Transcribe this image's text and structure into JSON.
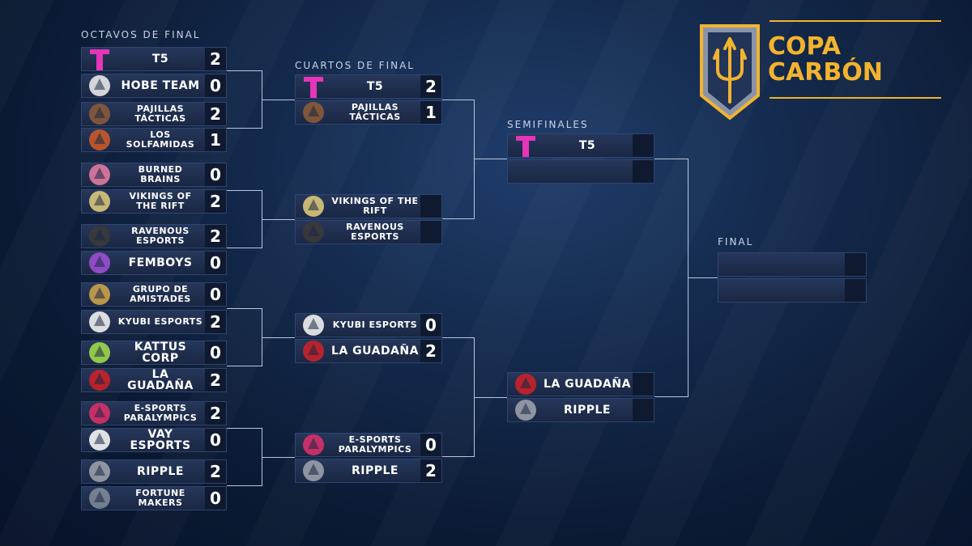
{
  "stages": {
    "round16": "OCTAVOS DE FINAL",
    "quarter": "CUARTOS DE FINAL",
    "semi": "SEMIFINALES",
    "final": "FINAL"
  },
  "logo_text": [
    "COPA",
    "CARBÓN"
  ],
  "round16": [
    {
      "name": "T5",
      "score": "2",
      "logo": "t5-logo-icon"
    },
    {
      "name": "HOBE TEAM",
      "score": "0",
      "logo": "hobe-team-logo-icon"
    },
    {
      "name": "PAJILLAS TÁCTICAS",
      "score": "2",
      "logo": "pajillas-tacticas-logo-icon"
    },
    {
      "name": "LOS SOLFAMIDAS",
      "score": "1",
      "logo": "los-solfamidas-logo-icon"
    },
    {
      "name": "BURNED BRAINS",
      "score": "0",
      "logo": "burned-brains-logo-icon"
    },
    {
      "name": "VIKINGS OF THE RIFT",
      "score": "2",
      "logo": "vikings-logo-icon"
    },
    {
      "name": "RAVENOUS ESPORTS",
      "score": "2",
      "logo": "ravenous-logo-icon"
    },
    {
      "name": "FEMBOYS",
      "score": "0",
      "logo": "femboys-logo-icon"
    },
    {
      "name": "GRUPO DE AMISTADES",
      "score": "0",
      "logo": "grupo-amistades-logo-icon"
    },
    {
      "name": "KYUBI ESPORTS",
      "score": "2",
      "logo": "kyubi-logo-icon"
    },
    {
      "name": "KATTUS CORP",
      "score": "0",
      "logo": "kattus-logo-icon"
    },
    {
      "name": "LA GUADAÑA",
      "score": "2",
      "logo": "la-guadana-logo-icon"
    },
    {
      "name": "E-SPORTS PARALYMPICS",
      "score": "2",
      "logo": "esports-paralympics-logo-icon"
    },
    {
      "name": "VAY ESPORTS",
      "score": "0",
      "logo": "vay-esports-logo-icon"
    },
    {
      "name": "RIPPLE",
      "score": "2",
      "logo": "ripple-logo-icon"
    },
    {
      "name": "FORTUNE MAKERS",
      "score": "0",
      "logo": "fortune-makers-logo-icon"
    }
  ],
  "quarter": [
    {
      "name": "T5",
      "score": "2",
      "logo": "t5-logo-icon"
    },
    {
      "name": "PAJILLAS TÁCTICAS",
      "score": "1",
      "logo": "pajillas-tacticas-logo-icon"
    },
    {
      "name": "VIKINGS OF THE RIFT",
      "score": "",
      "logo": "vikings-logo-icon"
    },
    {
      "name": "RAVENOUS ESPORTS",
      "score": "",
      "logo": "ravenous-logo-icon"
    },
    {
      "name": "KYUBI ESPORTS",
      "score": "0",
      "logo": "kyubi-logo-icon"
    },
    {
      "name": "LA GUADAÑA",
      "score": "2",
      "logo": "la-guadana-logo-icon"
    },
    {
      "name": "E-SPORTS PARALYMPICS",
      "score": "0",
      "logo": "esports-paralympics-logo-icon"
    },
    {
      "name": "RIPPLE",
      "score": "2",
      "logo": "ripple-logo-icon"
    }
  ],
  "semi": [
    {
      "name": "T5",
      "score": "",
      "logo": "t5-logo-icon"
    },
    {
      "name": "",
      "score": "",
      "logo": ""
    },
    {
      "name": "LA GUADAÑA",
      "score": "",
      "logo": "la-guadana-logo-icon"
    },
    {
      "name": "RIPPLE",
      "score": "",
      "logo": "ripple-logo-icon"
    }
  ],
  "final": [
    {
      "name": "",
      "score": "",
      "logo": ""
    },
    {
      "name": "",
      "score": "",
      "logo": ""
    }
  ],
  "colors": {
    "accent": "#f2b32e",
    "t5_pink": "#e635b8",
    "panel": "#1f2e4d",
    "line": "#b9c6dc"
  }
}
